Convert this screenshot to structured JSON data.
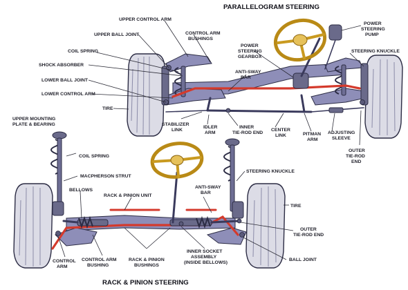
{
  "titles": {
    "parallelogram": "PARALLELOGRAM STEERING",
    "rack": "RACK & PINION STEERING"
  },
  "labels": {
    "upper_control_arm": "UPPER CONTROL ARM",
    "upper_ball_joint": "UPPER BALL JOINT",
    "control_arm_bushings_1": "CONTROL ARM",
    "control_arm_bushings_2": "BUSHINGS",
    "coil_spring_top": "COIL SPRING",
    "shock_absorber": "SHOCK ABSORBER",
    "lower_ball_joint": "LOWER BALL JOINT",
    "lower_control_arm": "LOWER CONTROL ARM",
    "tire_top": "TIRE",
    "power_steering_gearbox_1": "POWER",
    "power_steering_gearbox_2": "STEERING",
    "power_steering_gearbox_3": "GEARBOX",
    "anti_sway_bar_top_1": "ANTI-SWAY",
    "anti_sway_bar_top_2": "BAR",
    "power_steering_pump_1": "POWER",
    "power_steering_pump_2": "STEERING",
    "power_steering_pump_3": "PUMP",
    "steering_knuckle_top": "STEERING KNUCKLE",
    "stabilizer_link_1": "STABILIZER",
    "stabilizer_link_2": "LINK",
    "idler_arm_1": "IDLER",
    "idler_arm_2": "ARM",
    "inner_tie_rod_end_1": "INNER",
    "inner_tie_rod_end_2": "TIE-ROD END",
    "center_link_1": "CENTER",
    "center_link_2": "LINK",
    "pitman_arm_1": "PITMAN",
    "pitman_arm_2": "ARM",
    "adjusting_sleeve_1": "ADJUSTING",
    "adjusting_sleeve_2": "SLEEVE",
    "outer_tie_rod_end_top_1": "OUTER",
    "outer_tie_rod_end_top_2": "TIE-ROD",
    "outer_tie_rod_end_top_3": "END",
    "upper_mounting_1": "UPPER MOUNTING",
    "upper_mounting_2": "PLATE & BEARING",
    "coil_spring_bottom": "COIL SPRING",
    "macpherson_strut": "MACPHERSON STRUT",
    "bellows": "BELLOWS",
    "rack_pinion_unit": "RACK & PINION UNIT",
    "anti_sway_bar_bottom_1": "ANTI-SWAY",
    "anti_sway_bar_bottom_2": "BAR",
    "steering_knuckle_bottom": "STEERING KNUCKLE",
    "tire_bottom": "TIRE",
    "outer_tie_rod_end_bottom_1": "OUTER",
    "outer_tie_rod_end_bottom_2": "TIE-ROD END",
    "control_arm_1": "CONTROL",
    "control_arm_2": "ARM",
    "control_arm_bushing_1": "CONTROL ARM",
    "control_arm_bushing_2": "BUSHING",
    "rack_pinion_bushings_1": "RACK & PINION",
    "rack_pinion_bushings_2": "BUSHINGS",
    "inner_socket_1": "INNER SOCKET",
    "inner_socket_2": "ASSEMBLY",
    "inner_socket_3": "(INSIDE BELLOWS)",
    "ball_joint": "BALL JOINT"
  },
  "colors": {
    "background": "#ffffff",
    "tire": "#dcdce6",
    "arm": "#8e8eb8",
    "anti_sway": "#d43a2c",
    "steering_wheel": "#e6c15a"
  }
}
